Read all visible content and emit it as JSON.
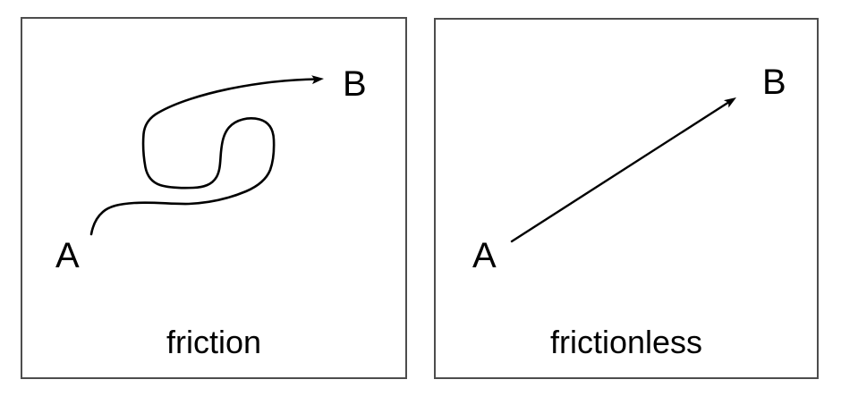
{
  "figure": {
    "background": "#ffffff",
    "panel_border_color": "#4d4d4d",
    "ink_color": "#000000"
  },
  "panels": [
    {
      "id": "friction",
      "caption": "friction",
      "start_label": "A",
      "end_label": "B",
      "path_type": "wandering-curved-path-with-loop"
    },
    {
      "id": "frictionless",
      "caption": "frictionless",
      "start_label": "A",
      "end_label": "B",
      "path_type": "straight-arrow"
    }
  ]
}
